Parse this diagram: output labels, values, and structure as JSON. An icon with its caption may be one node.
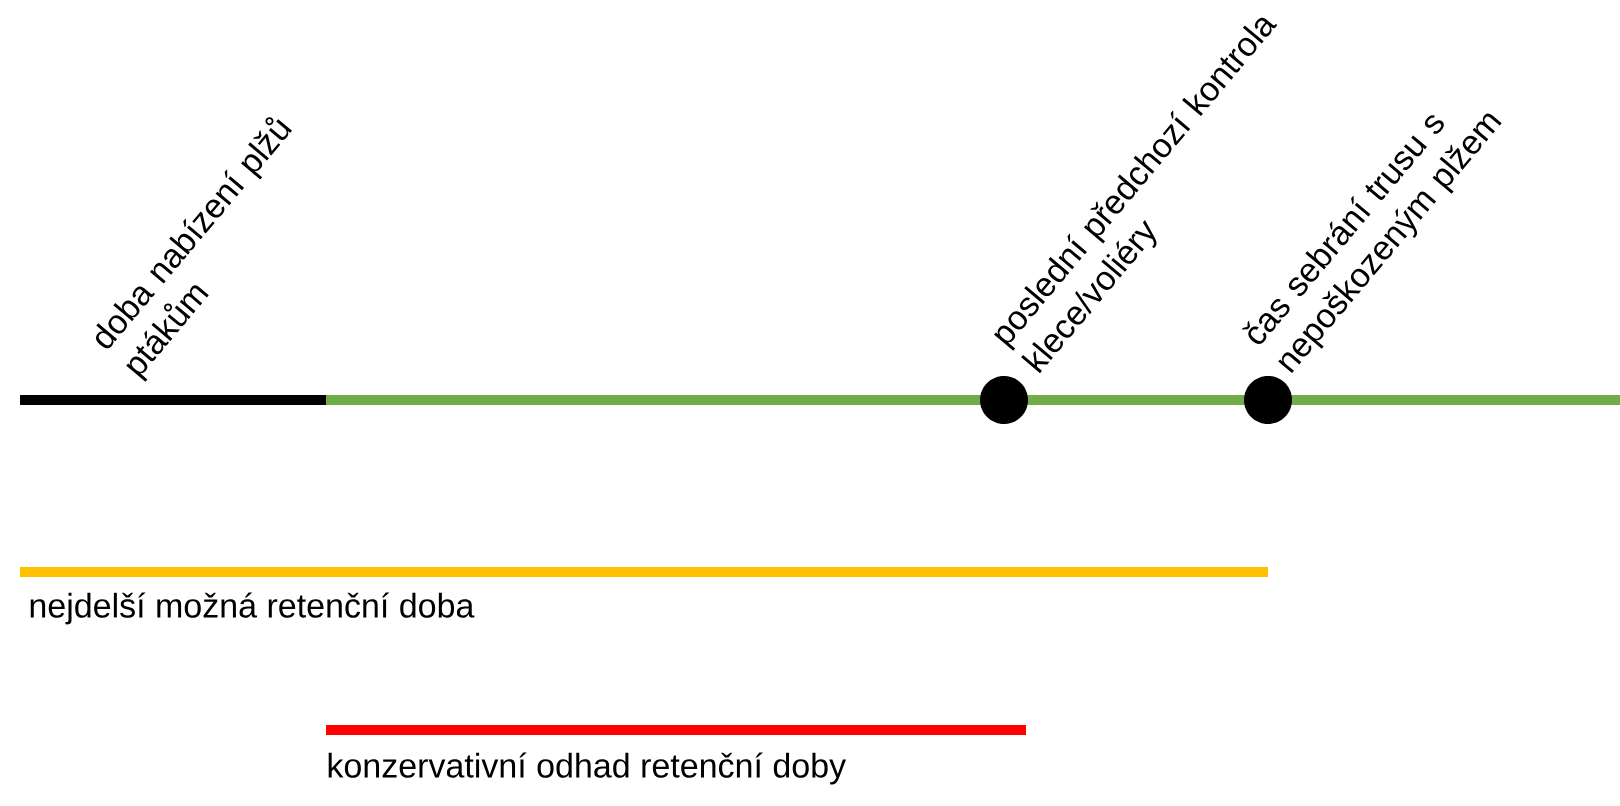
{
  "diagram": {
    "nodes": [
      {
        "text": [],
        "shape": "bar",
        "beside": [
          "doba nabízení plžů ptákům"
        ]
      },
      {
        "text": [],
        "shape": "circle",
        "beside": [
          "poslední předchozí kontrola klece/voliéry"
        ]
      },
      {
        "text": [],
        "shape": "circle",
        "beside": [
          "čas sebrání trusu s nepoškozeným plžem"
        ]
      },
      {
        "text": [],
        "shape": "bar",
        "beside": [
          "nejdelší možná retenční doba"
        ]
      },
      {
        "text": [],
        "shape": "bar",
        "beside": [
          "konzervativní odhad retenční doby"
        ]
      }
    ]
  }
}
